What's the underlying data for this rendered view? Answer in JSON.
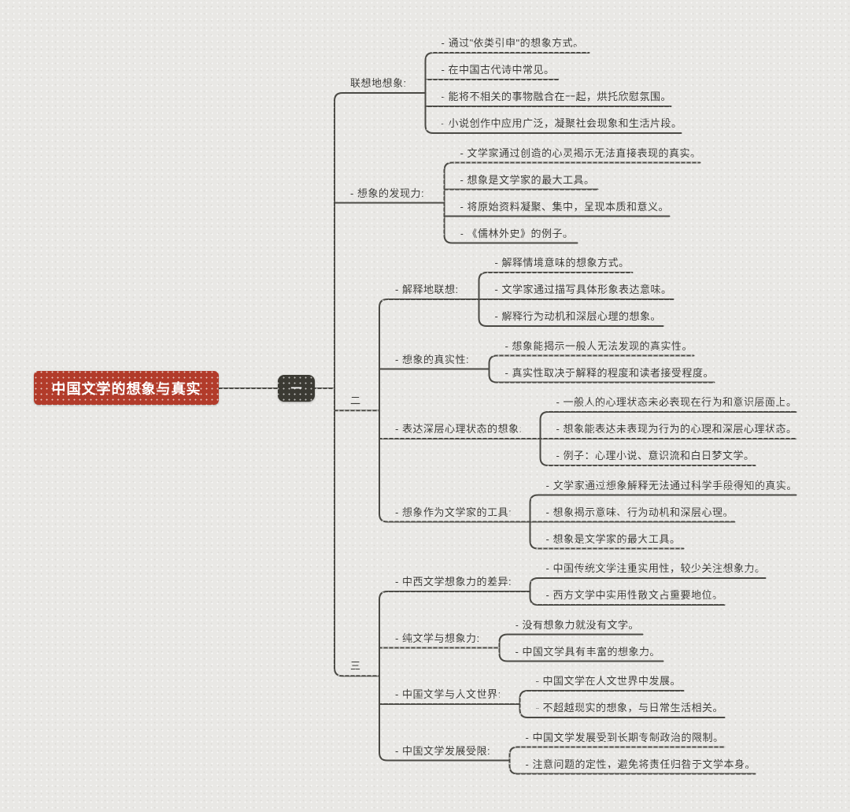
{
  "canvas": {
    "background": "#e9e8e5",
    "line_color": "#4b4a45",
    "text_color": "#3c3b38",
    "root_color": "#b23b2a",
    "section_box_color": "#3b3a33"
  },
  "root": {
    "label": "中国文学的想象与真实"
  },
  "tree": {
    "label": "一",
    "children": [
      {
        "label": "联想地想象:",
        "children": [
          {
            "label": "- 通过\"依类引申\"的想象方式。"
          },
          {
            "label": "- 在中国古代诗中常见。"
          },
          {
            "label": "- 能将不相关的事物融合在一起，烘托欣慰氛围。"
          },
          {
            "label": "- 小说创作中应用广泛，凝聚社会现象和生活片段。"
          }
        ]
      },
      {
        "label": "- 想象的发现力:",
        "children": [
          {
            "label": "- 文学家通过创造的心灵揭示无法直接表现的真实。"
          },
          {
            "label": "- 想象是文学家的最大工具。"
          },
          {
            "label": "- 将原始资料凝聚、集中，呈现本质和意义。"
          },
          {
            "label": "- 《儒林外史》的例子。"
          }
        ]
      },
      {
        "label": "二",
        "children": [
          {
            "label": "- 解释地联想:",
            "children": [
              {
                "label": "- 解释情境意味的想象方式。"
              },
              {
                "label": "- 文学家通过描写具体形象表达意味。"
              },
              {
                "label": "- 解释行为动机和深层心理的想象。"
              }
            ]
          },
          {
            "label": "- 想象的真实性:",
            "children": [
              {
                "label": "- 想象能揭示一般人无法发现的真实性。"
              },
              {
                "label": "- 真实性取决于解释的程度和读者接受程度。"
              }
            ]
          },
          {
            "label": "- 表达深层心理状态的想象:",
            "children": [
              {
                "label": "- 一般人的心理状态未必表现在行为和意识层面上。"
              },
              {
                "label": "- 想象能表达未表现为行为的心理和深层心理状态。"
              },
              {
                "label": "- 例子：心理小说、意识流和白日梦文学。"
              }
            ]
          },
          {
            "label": "- 想象作为文学家的工具:",
            "children": [
              {
                "label": "- 文学家通过想象解释无法通过科学手段得知的真实。"
              },
              {
                "label": "- 想象揭示意味、行为动机和深层心理。"
              },
              {
                "label": "- 想象是文学家的最大工具。"
              }
            ]
          }
        ]
      },
      {
        "label": "三",
        "children": [
          {
            "label": "- 中西文学想象力的差异:",
            "children": [
              {
                "label": "- 中国传统文学注重实用性，较少关注想象力。"
              },
              {
                "label": "- 西方文学中实用性散文占重要地位。"
              }
            ]
          },
          {
            "label": "- 纯文学与想象力:",
            "children": [
              {
                "label": "- 没有想象力就没有文学。"
              },
              {
                "label": "- 中国文学具有丰富的想象力。"
              }
            ]
          },
          {
            "label": "- 中国文学与人文世界:",
            "children": [
              {
                "label": "- 中国文学在人文世界中发展。"
              },
              {
                "label": "- 不超越现实的想象，与日常生活相关。"
              }
            ]
          },
          {
            "label": "- 中国文学发展受限:",
            "children": [
              {
                "label": "- 中国文学发展受到长期专制政治的限制。"
              },
              {
                "label": "- 注意问题的定性，避免将责任归咎于文学本身。"
              }
            ]
          }
        ]
      }
    ]
  }
}
